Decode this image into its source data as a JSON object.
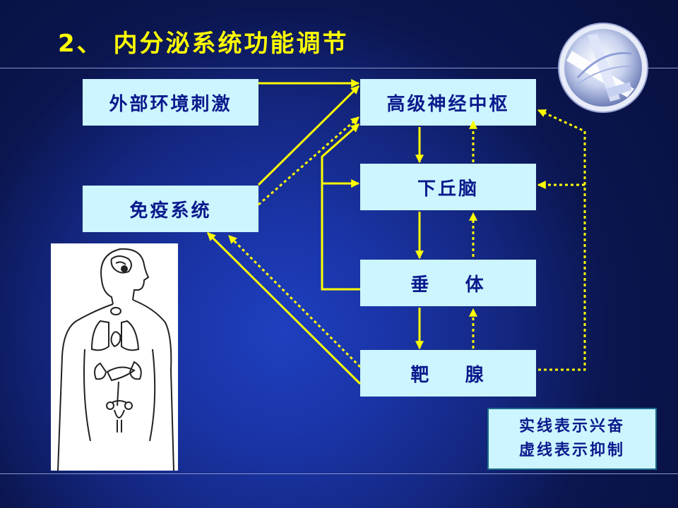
{
  "title": "2、 内分泌系统功能调节",
  "boxes": {
    "external_stimulus": "外部环境刺激",
    "higher_nerve_center": "高级神经中枢",
    "immune_system": "免疫系统",
    "hypothalamus": "下丘脑",
    "pituitary": "垂    体",
    "target_gland": "靶    腺"
  },
  "legend": {
    "solid": "实线表示兴奋",
    "dashed": "虚线表示抑制"
  },
  "colors": {
    "background": "#0b1a5e",
    "title": "#ffff00",
    "box_fill": "#ccf5ff",
    "box_text": "#0b1a8c",
    "arrow": "#ffff00"
  },
  "icons": {
    "logo": "globe-logo-icon",
    "illustration": "human-body-endocrine-icon"
  }
}
